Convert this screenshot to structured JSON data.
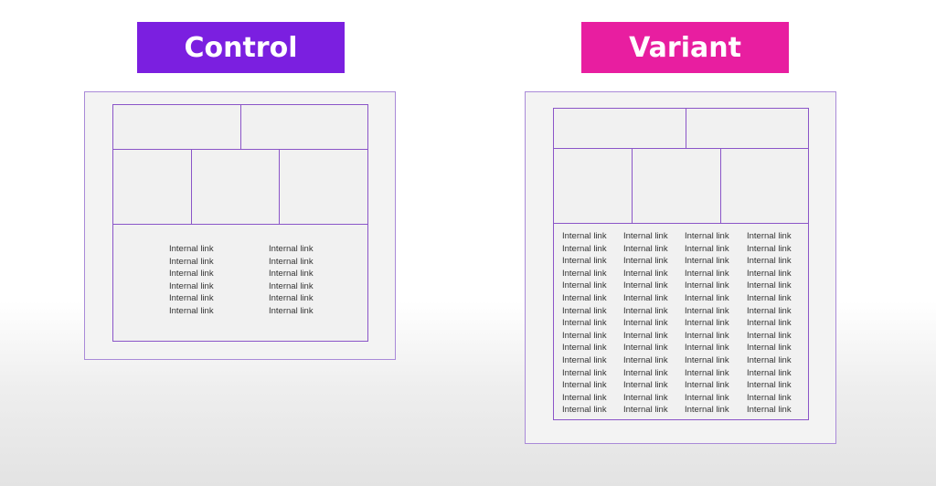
{
  "control": {
    "title": "Control",
    "link_label": "Internal link",
    "link_columns": 2,
    "links_per_column": 6
  },
  "variant": {
    "title": "Variant",
    "link_label": "Internal link",
    "link_columns": 4,
    "links_per_column": 15
  },
  "colors": {
    "control_accent": "#7b1fe0",
    "variant_accent": "#e81ea0",
    "wireframe_border": "#8b55c8",
    "outer_border": "#a98ad8",
    "wireframe_fill": "#f1f1f1"
  }
}
